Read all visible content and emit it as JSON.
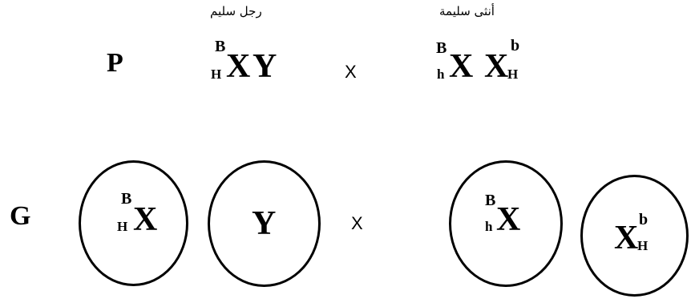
{
  "header": {
    "male_label": "رجل سليم",
    "female_label": "أنثى سليمة"
  },
  "parents": {
    "row_label": "P",
    "cross_symbol": "X",
    "male": {
      "allele_sup": "B",
      "allele_sub": "H",
      "chromosome_x": "X",
      "chromosome_y": "Y"
    },
    "female": {
      "x1": {
        "allele_sup": "B",
        "allele_sub": "h",
        "chromosome": "X"
      },
      "x2": {
        "allele_sup": "b",
        "allele_sub": "H",
        "chromosome": "X"
      }
    }
  },
  "gametes": {
    "row_label": "G",
    "cross_symbol": "X",
    "male": [
      {
        "allele_sup": "B",
        "allele_sub": "H",
        "chromosome": "X"
      },
      {
        "chromosome": "Y"
      }
    ],
    "female": [
      {
        "allele_sup": "B",
        "allele_sub": "h",
        "chromosome": "X"
      },
      {
        "allele_sup": "b",
        "allele_sub": "H",
        "chromosome": "X"
      }
    ]
  }
}
